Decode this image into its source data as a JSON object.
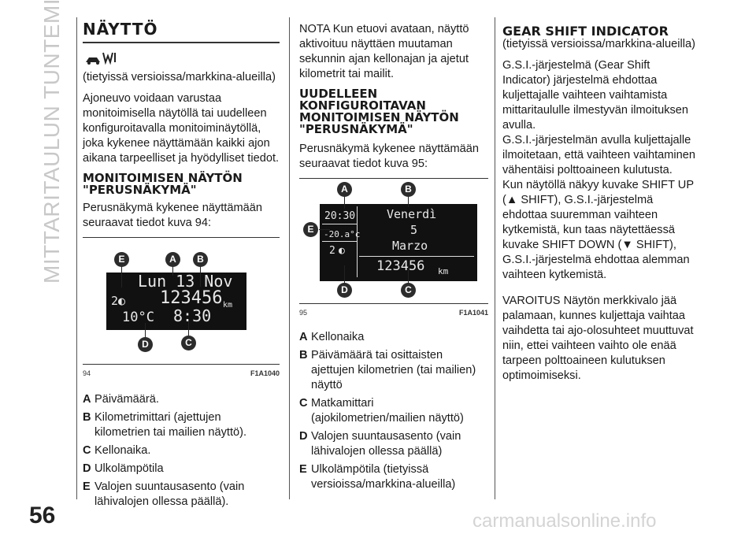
{
  "section_tab": "MITTARITAULUN TUNTEMINEN",
  "page_number": "56",
  "watermark": "carmanualsonline.info",
  "col1": {
    "title": "NÄYTTÖ",
    "icon": "car-wifi-icon",
    "note": "(tietyissä versioissa/markkina-alueilla)",
    "intro": "Ajoneuvo voidaan varustaa monitoimisella näytöllä tai uudelleen konfiguroitavalla monitoiminäytöllä, joka kykenee näyttämään kaikki ajon aikana tarpeelliset ja hyödylliset tiedot.",
    "subheading": "MONITOIMISEN NÄYTÖN \"PERUSNÄKYMÄ\"",
    "subtext": "Perusnäkymä kykenee näyttämään seuraavat tiedot kuva 94:",
    "figure": {
      "number": "94",
      "code": "F1A1040",
      "lcd_line1": "Lun 13 Nov",
      "lcd_odometer": "123456",
      "lcd_unit": "km",
      "lcd_temp": "10°C",
      "lcd_time": "8:30",
      "markers": [
        "E",
        "A",
        "B",
        "D",
        "C"
      ]
    },
    "legend": [
      {
        "key": "A",
        "text": "Päivämäärä."
      },
      {
        "key": "B",
        "text": "Kilometrimittari (ajettujen kilometrien tai mailien näyttö)."
      },
      {
        "key": "C",
        "text": "Kellonaika."
      },
      {
        "key": "D",
        "text": "Ulkolämpötila"
      },
      {
        "key": "E",
        "text": "Valojen suuntausasento (vain lähivalojen ollessa päällä)."
      }
    ]
  },
  "col2": {
    "note": "NOTA Kun etuovi avataan, näyttö aktivoituu näyttäen muutaman sekunnin ajan kellonajan ja ajetut kilometrit tai mailit.",
    "subheading": "UUDELLEEN KONFIGUROITAVAN MONITOIMISEN NÄYTÖN \"PERUSNÄKYMÄ\"",
    "subtext": "Perusnäkymä kykenee näyttämään seuraavat tiedot kuva 95:",
    "figure": {
      "number": "95",
      "code": "F1A1041",
      "lcd_time": "20:30",
      "lcd_temp": "-20.a°c",
      "lcd_gear": "2",
      "lcd_day": "Venerdì",
      "lcd_date": "5",
      "lcd_month": "Marzo",
      "lcd_odometer": "123456",
      "lcd_unit": "km",
      "markers": [
        "A",
        "B",
        "E",
        "D",
        "C"
      ]
    },
    "legend": [
      {
        "key": "A",
        "text": "Kellonaika"
      },
      {
        "key": "B",
        "text": "Päivämäärä tai osittaisten ajettujen kilometrien (tai mailien) näyttö"
      },
      {
        "key": "C",
        "text": "Matkamittari (ajokilometrien/mailien näyttö)"
      },
      {
        "key": "D",
        "text": "Valojen suuntausasento (vain lähivalojen ollessa päällä)"
      },
      {
        "key": "E",
        "text": "Ulkolämpötila (tietyissä versioissa/markkina-alueilla)"
      }
    ]
  },
  "col3": {
    "heading": "GEAR SHIFT INDICATOR",
    "note": "(tietyissä versioissa/markkina-alueilla)",
    "p1": "G.S.I.-järjestelmä (Gear Shift Indicator) järjestelmä ehdottaa kuljettajalle vaihteen vaihtamista mittaritaululle ilmestyvän ilmoituksen avulla.",
    "p2": "G.S.I.-järjestelmän avulla kuljettajalle ilmoitetaan, että vaihteen vaihtaminen vähentäisi polttoaineen kulutusta.",
    "p3_a": "Kun näytöllä näkyy kuvake SHIFT UP (",
    "p3_b": " SHIFT), G.S.I.-järjestelmä ehdottaa suuremman vaihteen kytkemistä, kun taas näytettäessä kuvake SHIFT DOWN (",
    "p3_c": " SHIFT), G.S.I.-järjestelmä ehdottaa alemman vaihteen kytkemistä.",
    "warning": "VAROITUS Näytön merkkivalo jää palamaan, kunnes kuljettaja vaihtaa vaihdetta tai ajo-olosuhteet muuttuvat niin, ettei vaihteen vaihto ole enää tarpeen polttoaineen kulutuksen optimoimiseksi."
  }
}
